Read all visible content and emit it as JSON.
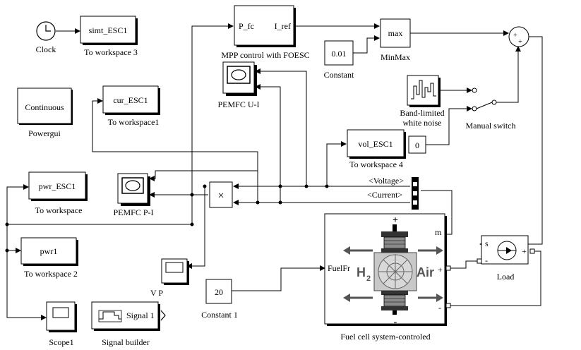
{
  "blocks": {
    "clock": {
      "caption": "Clock"
    },
    "simt": {
      "name": "simt_ESC1",
      "caption": "To workspace 3"
    },
    "powergui": {
      "name": "Continuous",
      "caption": "Powergui"
    },
    "cur": {
      "name": "cur_ESC1",
      "caption": "To workspace1"
    },
    "pwr": {
      "name": "pwr_ESC1",
      "caption": "To workspace"
    },
    "pwr1": {
      "name": "pwr1",
      "caption": "To workspace 2"
    },
    "scope1": {
      "caption": "Scope1"
    },
    "signal_builder": {
      "name": "Signal 1",
      "caption": "Signal builder"
    },
    "mpp": {
      "port_in": "P_fc",
      "port_out": "I_ref",
      "caption": "MPP control with FOESC"
    },
    "pemfc_ui": {
      "caption": "PEMFC U-I"
    },
    "pemfc_pi": {
      "caption": "PEMFC P-I"
    },
    "product": {
      "symbol": "×"
    },
    "constant": {
      "value": "0.01",
      "caption": "Constant"
    },
    "minmax": {
      "name": "max",
      "caption": "MinMax"
    },
    "sum": {
      "signs": "+ +"
    },
    "noise": {
      "caption_line1": "Band-limited",
      "caption_line2": "white noise"
    },
    "manual_switch": {
      "caption": "Manual switch"
    },
    "vol": {
      "name": "vol_ESC1",
      "caption": "To workspace 4"
    },
    "zero": {
      "value": "0"
    },
    "bus_selector": {
      "sig1": "<Voltage>",
      "sig2": "<Current>"
    },
    "vp": {
      "caption": "V P"
    },
    "constant1": {
      "value": "20",
      "caption": "Constant 1"
    },
    "fuelcell": {
      "caption": "Fuel cell system-controled",
      "port_m": "m",
      "port_fuelfr": "FuelFr",
      "plus": "+",
      "minus": "-",
      "h2": "H",
      "h2_sub": "2",
      "air": "Air",
      "term_plus": "+",
      "term_minus": "-"
    },
    "load": {
      "caption": "Load",
      "port_s": "s",
      "port_minus": "-",
      "port_plus": "+"
    }
  }
}
